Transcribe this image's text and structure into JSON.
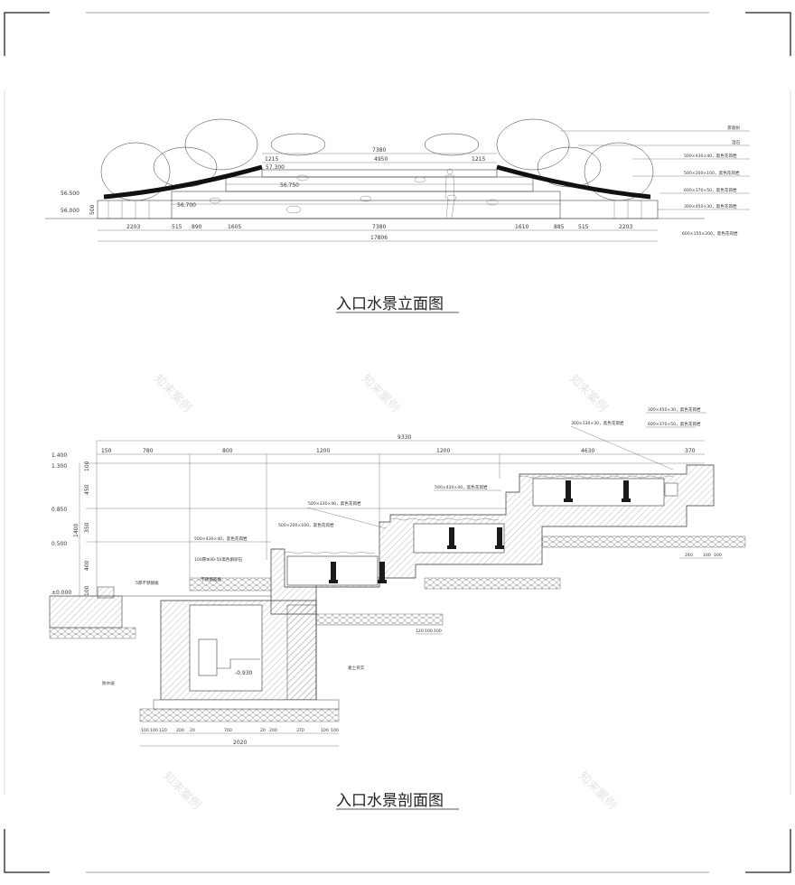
{
  "elevation": {
    "title": "入口水景立面图",
    "levels": [
      "56.500",
      "56.000",
      "57.300",
      "56.750",
      "56.700"
    ],
    "top_dims": [
      "7380",
      "1215",
      "4950",
      "1215"
    ],
    "bottom_dims": [
      "2203",
      "515",
      "890",
      "1605",
      "7380",
      "1610",
      "885",
      "515",
      "2203"
    ],
    "total_dim": "17806",
    "height_dim": "500",
    "callouts": [
      "景观树",
      "湿石",
      "500×430×40，黑色花岗岩",
      "500×200×100，黑色花岗岩",
      "600×370×50，黑色花岗岩",
      "300×450×30，黑色花岗岩",
      "600×150×200，黑色花岗岩"
    ]
  },
  "section": {
    "title": "入口水景剖面图",
    "levels": [
      "1.400",
      "1.300",
      "0.850",
      "0.500",
      "±0.000"
    ],
    "top_dims": [
      "150",
      "780",
      "800",
      "1200",
      "1200",
      "4630",
      "370"
    ],
    "total_dim": "9330",
    "left_vertical_dims": [
      "100",
      "450",
      "350",
      "400",
      "100"
    ],
    "total_height": "1400",
    "pump_level": "-0.930",
    "pit_dims": [
      "100",
      "100",
      "120",
      "200",
      "20",
      "700",
      "20",
      "200",
      "370",
      "100",
      "100"
    ],
    "pit_total": "2020",
    "right_dims": [
      "240",
      "100",
      "100"
    ],
    "mid_dims": [
      "120",
      "100",
      "100"
    ],
    "callouts": [
      "300×450×30，黑色花岗岩",
      "600×370×50，黑色花岗岩",
      "300×130×30，黑色花岗岩",
      "500×430×40，黑色花岗岩",
      "500×330×40，黑色花岗岩",
      "500×200×100，黑色花岗岩",
      "500×430×40，黑色花岗岩",
      "100厚Φ30-50黑色鹅卵石",
      "不锈钢盖板",
      "5厚不锈钢板",
      "素土夯实",
      "防水层"
    ]
  },
  "watermark": "知末案例"
}
